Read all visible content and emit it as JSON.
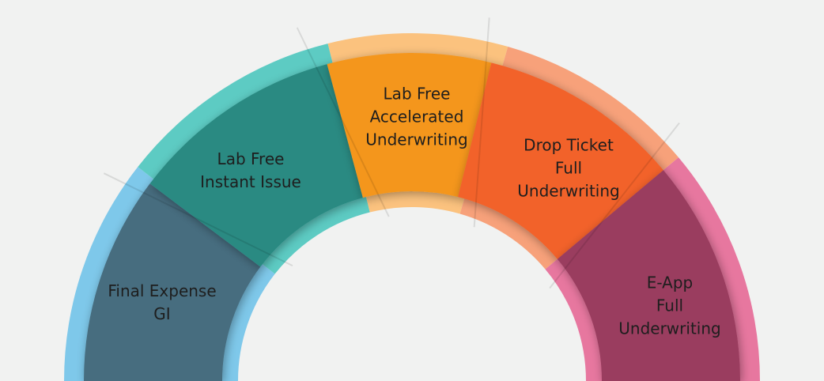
{
  "diagram": {
    "type": "semicircle-segments",
    "segments": [
      {
        "lines": [
          "Final Expense",
          "GI"
        ],
        "inner_color": "#476d7f",
        "band_color": "#7ec8ea"
      },
      {
        "lines": [
          "Lab Free",
          "Instant Issue"
        ],
        "inner_color": "#2a8a82",
        "band_color": "#5dcbc3"
      },
      {
        "lines": [
          "Lab Free",
          "Accelerated",
          "Underwriting"
        ],
        "inner_color": "#f4961f",
        "band_color": "#fbc27e"
      },
      {
        "lines": [
          "Drop Ticket",
          "Full",
          "Underwriting"
        ],
        "inner_color": "#f2622a",
        "band_color": "#f7a17a"
      },
      {
        "lines": [
          "E-App",
          "Full",
          "Underwriting"
        ],
        "inner_color": "#9a3d5f",
        "band_color": "#e7779f"
      }
    ]
  }
}
